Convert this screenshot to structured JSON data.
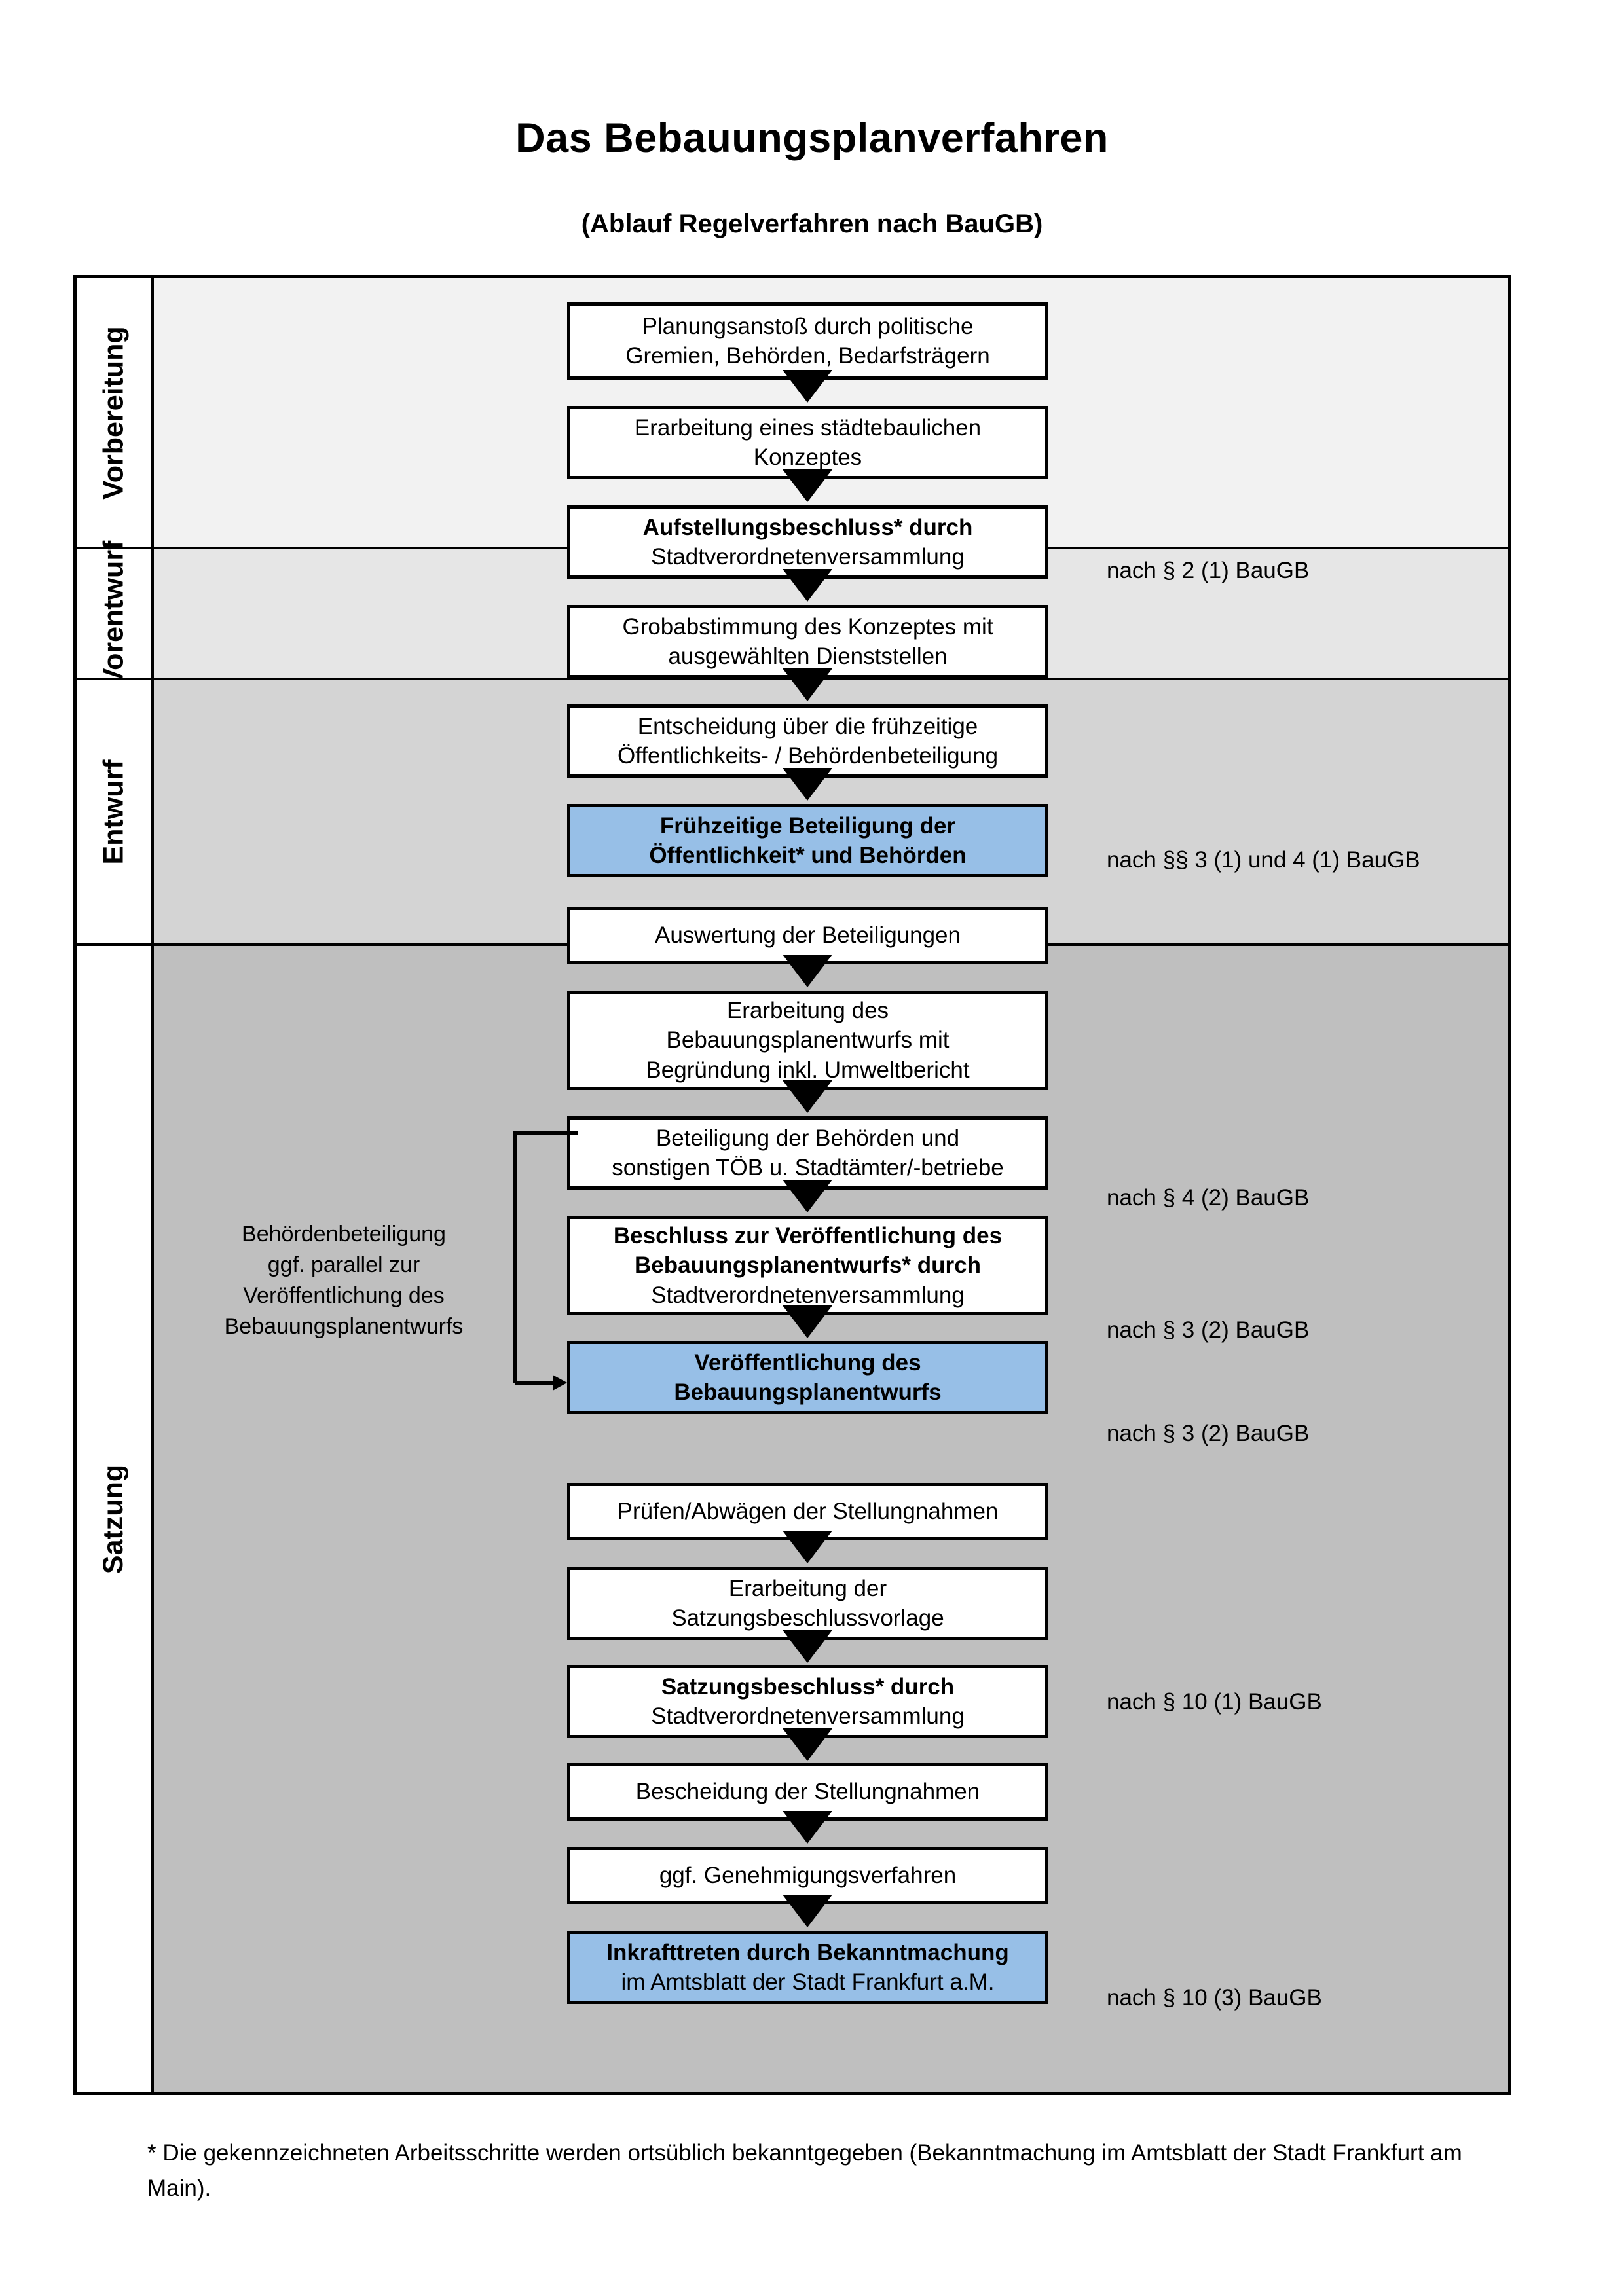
{
  "document": {
    "title": "Das Bebauungsplanverfahren",
    "subtitle": "(Ablauf Regelverfahren nach BauGB)",
    "footnote": "* Die gekennzeichneten Arbeitsschritte werden ortsüblich bekanntgegeben (Bekanntmachung im Amtsblatt  der Stadt Frankfurt am Main)."
  },
  "colors": {
    "highlight_blue": "#97bfe7",
    "band_vorbereitung": "#f2f2f2",
    "band_vorentwurf": "#e6e6e6",
    "band_entwurf": "#d4d4d4",
    "band_satzung": "#bfbfbf",
    "border": "#000000"
  },
  "bands": [
    {
      "label": "Vorbereitung"
    },
    {
      "label": "Vorentwurf"
    },
    {
      "label": "Entwurf"
    },
    {
      "label": "Satzung"
    }
  ],
  "nodes": [
    {
      "id": "n1",
      "line1": "Planungsanstoß durch politische",
      "line2": "Gremien, Behörden, Bedarfsträgern",
      "line3": ""
    },
    {
      "id": "n2",
      "line1": "Erarbeitung eines städtebaulichen",
      "line2": "Konzeptes",
      "line3": ""
    },
    {
      "id": "n3",
      "line1": "Aufstellungsbeschluss* durch",
      "line2": "Stadtverordnetenversammlung",
      "line3": ""
    },
    {
      "id": "n4",
      "line1": "Grobabstimmung des Konzeptes mit",
      "line2": "ausgewählten Dienststellen",
      "line3": ""
    },
    {
      "id": "n5",
      "line1": "Entscheidung über die frühzeitige",
      "line2": "Öffentlichkeits- / Behördenbeteiligung",
      "line3": ""
    },
    {
      "id": "n6",
      "line1": "Frühzeitige Beteiligung der",
      "line2": "Öffentlichkeit* und Behörden",
      "line3": ""
    },
    {
      "id": "n7",
      "line1": "Auswertung der Beteiligungen",
      "line2": "",
      "line3": ""
    },
    {
      "id": "n8",
      "line1": "Erarbeitung des",
      "line2": "Bebauungsplanentwurfs mit",
      "line3": "Begründung inkl. Umweltbericht"
    },
    {
      "id": "n9",
      "line1": "Beteiligung der Behörden und",
      "line2": "sonstigen TÖB u. Stadtämter/-betriebe",
      "line3": ""
    },
    {
      "id": "n10",
      "line1": "Beschluss zur Veröffentlichung des",
      "line2": "Bebauungsplanentwurfs* durch",
      "line3": "Stadtverordnetenversammlung"
    },
    {
      "id": "n11",
      "line1": "Veröffentlichung des",
      "line2": "Bebauungsplanentwurfs",
      "line3": ""
    },
    {
      "id": "n12",
      "line1": "Prüfen/Abwägen der Stellungnahmen",
      "line2": "",
      "line3": ""
    },
    {
      "id": "n13",
      "line1": "Erarbeitung der",
      "line2": "Satzungsbeschlussvorlage",
      "line3": ""
    },
    {
      "id": "n14",
      "line1": "Satzungsbeschluss* durch",
      "line2": "Stadtverordnetenversammlung",
      "line3": ""
    },
    {
      "id": "n15",
      "line1": "Bescheidung der Stellungnahmen",
      "line2": "",
      "line3": ""
    },
    {
      "id": "n16",
      "line1": "ggf. Genehmigungsverfahren",
      "line2": "",
      "line3": ""
    },
    {
      "id": "n17",
      "line1": "Inkrafttreten durch Bekanntmachung",
      "line2": "im Amtsblatt der Stadt Frankfurt a.M.",
      "line3": ""
    }
  ],
  "side_note": {
    "line1": "Behördenbeteiligung",
    "line2": "ggf. parallel zur",
    "line3": "Veröffentlichung des",
    "line4": "Bebauungsplanentwurfs"
  },
  "legal_refs": [
    {
      "id": "r1",
      "text": "nach § 2 (1) BauGB"
    },
    {
      "id": "r2",
      "text": "nach §§ 3 (1) und 4 (1) BauGB"
    },
    {
      "id": "r3",
      "text": "nach § 4 (2) BauGB"
    },
    {
      "id": "r4",
      "text": "nach § 3 (2) BauGB"
    },
    {
      "id": "r5",
      "text": "nach § 3 (2) BauGB"
    },
    {
      "id": "r6",
      "text": "nach § 10 (1) BauGB"
    },
    {
      "id": "r7",
      "text": "nach § 10 (3) BauGB"
    }
  ]
}
